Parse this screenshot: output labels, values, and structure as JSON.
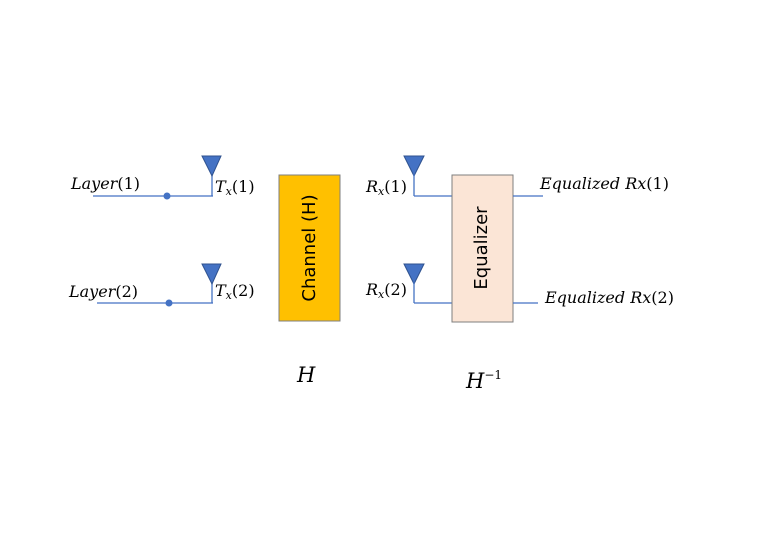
{
  "colors": {
    "wire": "#4472C4",
    "antenna": "#4472C4",
    "channel_fill": "#FFC000",
    "channel_border": "#7F7F7F",
    "equalizer_fill": "#FBE5D6",
    "equalizer_border": "#7F7F7F"
  },
  "inputs": [
    {
      "name": "Layer",
      "index": "(1)"
    },
    {
      "name": "Layer",
      "index": "(2)"
    }
  ],
  "transmitters": [
    {
      "symbol": "T",
      "sub": "x",
      "index": "(1)"
    },
    {
      "symbol": "T",
      "sub": "x",
      "index": "(2)"
    }
  ],
  "channel": {
    "label": "Channel (H)",
    "caption": "H"
  },
  "receivers": [
    {
      "symbol": "R",
      "sub": "x",
      "index": "(1)"
    },
    {
      "symbol": "R",
      "sub": "x",
      "index": "(2)"
    }
  ],
  "equalizer": {
    "label": "Equalizer",
    "caption_base": "H",
    "caption_exp": "−1"
  },
  "outputs": [
    {
      "name": "Equalized Rx",
      "index": "(1)"
    },
    {
      "name": "Equalized Rx",
      "index": "(2)"
    }
  ]
}
